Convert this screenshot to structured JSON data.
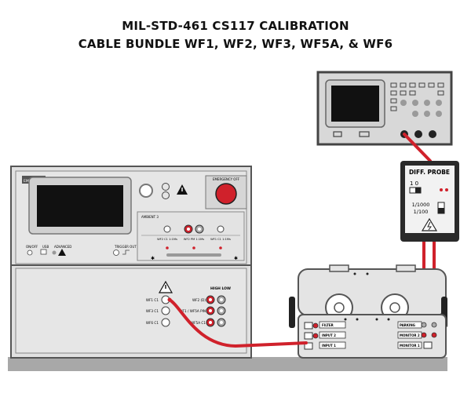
{
  "title": {
    "line1": "MIL-STD-461 CS117 CALIBRATION",
    "line2": "CABLE BUNDLE WF1, WF2, WF3, WF5A, & WF6"
  },
  "generator": {
    "logo": "EMC PARTNER",
    "emergency_label": "EMERGENCY OFF",
    "panel_label": "AMBIENT 3",
    "status_labels": [
      "ON/OFF",
      "USB",
      "ADVANCED"
    ],
    "trigger_label": "TRIGGER OUT",
    "out_labels": [
      "WF2 C1 1:1Ms",
      "WF2 PM 1:1Ms",
      "WF1 C1 1:1Ms"
    ],
    "lower_left_labels": [
      "WF1 C1",
      "WF3 C1",
      "WF6 C1"
    ],
    "high_low_label": "HIGH  LOW",
    "lower_right_labels": [
      "WF2 (D)",
      "WF1 / WF5A PIN",
      "WF5A C1"
    ]
  },
  "calibration_unit": {
    "left_labels": [
      "FILTER",
      "INPUT 2",
      "INPUT 1"
    ],
    "right_labels": [
      "PARKING",
      "MONITOR 2",
      "MONITOR 1"
    ]
  },
  "probe": {
    "title": "DIFF. PROBE",
    "switch_label": "1 0",
    "ratio_1": "1/1000",
    "ratio_2": "1/100"
  },
  "colors": {
    "cable": "#d0212b",
    "panel": "#e1e1e1",
    "frame": "#555555",
    "screen": "#111111",
    "ground": "#a8a8a8"
  },
  "icons": [
    "warning-icon",
    "high-voltage-icon",
    "power-icon",
    "bnc-connector-icon"
  ]
}
